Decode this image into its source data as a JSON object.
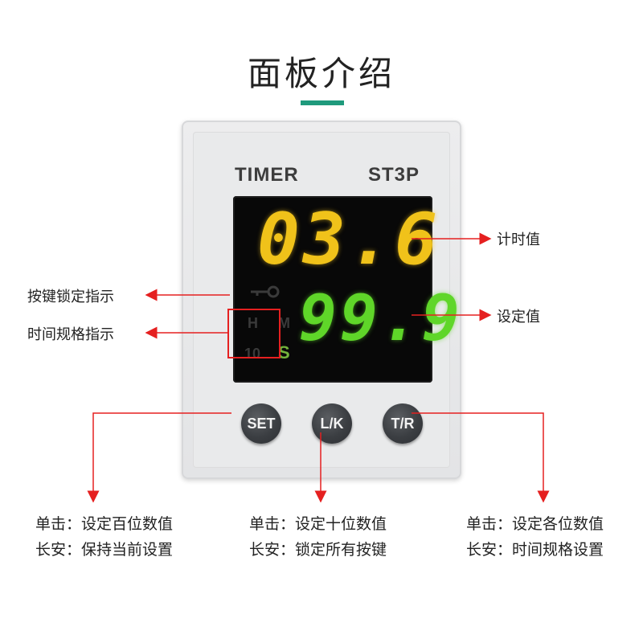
{
  "title": "面板介绍",
  "device": {
    "brand_label": "TIMER",
    "model_label": "ST3P",
    "display_top": "03.6",
    "display_bottom": "99.9",
    "units": {
      "h": "H",
      "m": "M",
      "ten": "10",
      "s": "S"
    },
    "buttons": {
      "set": "SET",
      "lk": "L/K",
      "tr": "T/R"
    }
  },
  "callouts": {
    "timing_value": "计时值",
    "set_value": "设定值",
    "key_lock": "按键锁定指示",
    "time_spec": "时间规格指示"
  },
  "descriptions": {
    "set_button": {
      "click": "单击：设定百位数值",
      "hold": "长安：保持当前设置"
    },
    "lk_button": {
      "click": "单击：设定十位数值",
      "hold": "长安：锁定所有按键"
    },
    "tr_button": {
      "click": "单击：设定各位数值",
      "hold": "长安：时间规格设置"
    }
  },
  "colors": {
    "accent": "#1f9a7c",
    "arrow": "#e52020",
    "display_top": "#f0c21a",
    "display_bottom": "#5fd629"
  }
}
